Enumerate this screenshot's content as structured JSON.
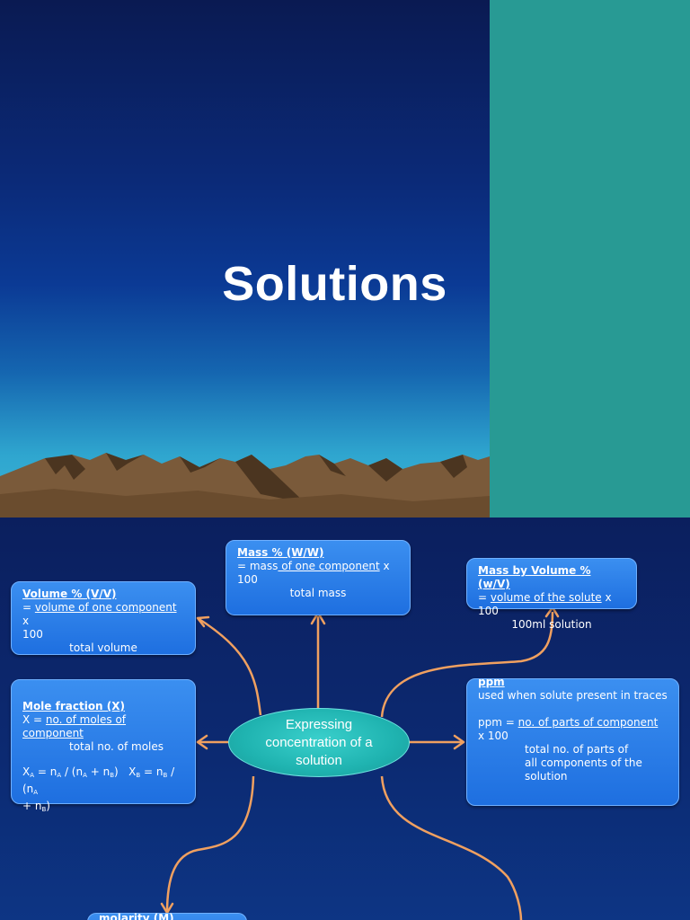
{
  "slide1": {
    "title": "Solutions"
  },
  "slide2": {
    "center": {
      "text": "Expressing concentration of a solution"
    },
    "mass_percent": {
      "heading": "Mass % (W/W)",
      "eq": "= mass",
      "numerator": " of one component",
      "times": " x",
      "hundred": "100",
      "denominator": "total mass"
    },
    "volume_percent": {
      "heading": "Volume % (V/V)",
      "eq": "= ",
      "numerator": "volume of one component",
      "times": " x",
      "hundred": "100",
      "denominator": "total volume"
    },
    "mass_by_volume": {
      "heading": "Mass by Volume % (w/V)",
      "eq": "= ",
      "numerator": "volume of the solute",
      "times": " x 100",
      "denominator": "100ml solution"
    },
    "mole_fraction": {
      "heading": "Mole fraction (X)",
      "eq": "X = ",
      "numerator": "no. of moles of component",
      "denominator": "total no. of moles",
      "formula_a": "XA = nA / (nA + nB)",
      "formula_b": "XB = nB / (nA + nB)"
    },
    "ppm": {
      "heading": "ppm",
      "desc": "used  when solute present in traces",
      "eq": "ppm = ",
      "numerator": "no. of parts of component",
      "times": " x 100",
      "denominator_1": "total no. of parts of",
      "denominator_2": "all components of the",
      "denominator_3": "solution"
    },
    "molarity": {
      "heading": "molarity (M)"
    },
    "colors": {
      "box": "#2a7ff0",
      "arrow": "#f0a060",
      "ellipse": "#22b8b4",
      "panel": "#289a94"
    }
  }
}
